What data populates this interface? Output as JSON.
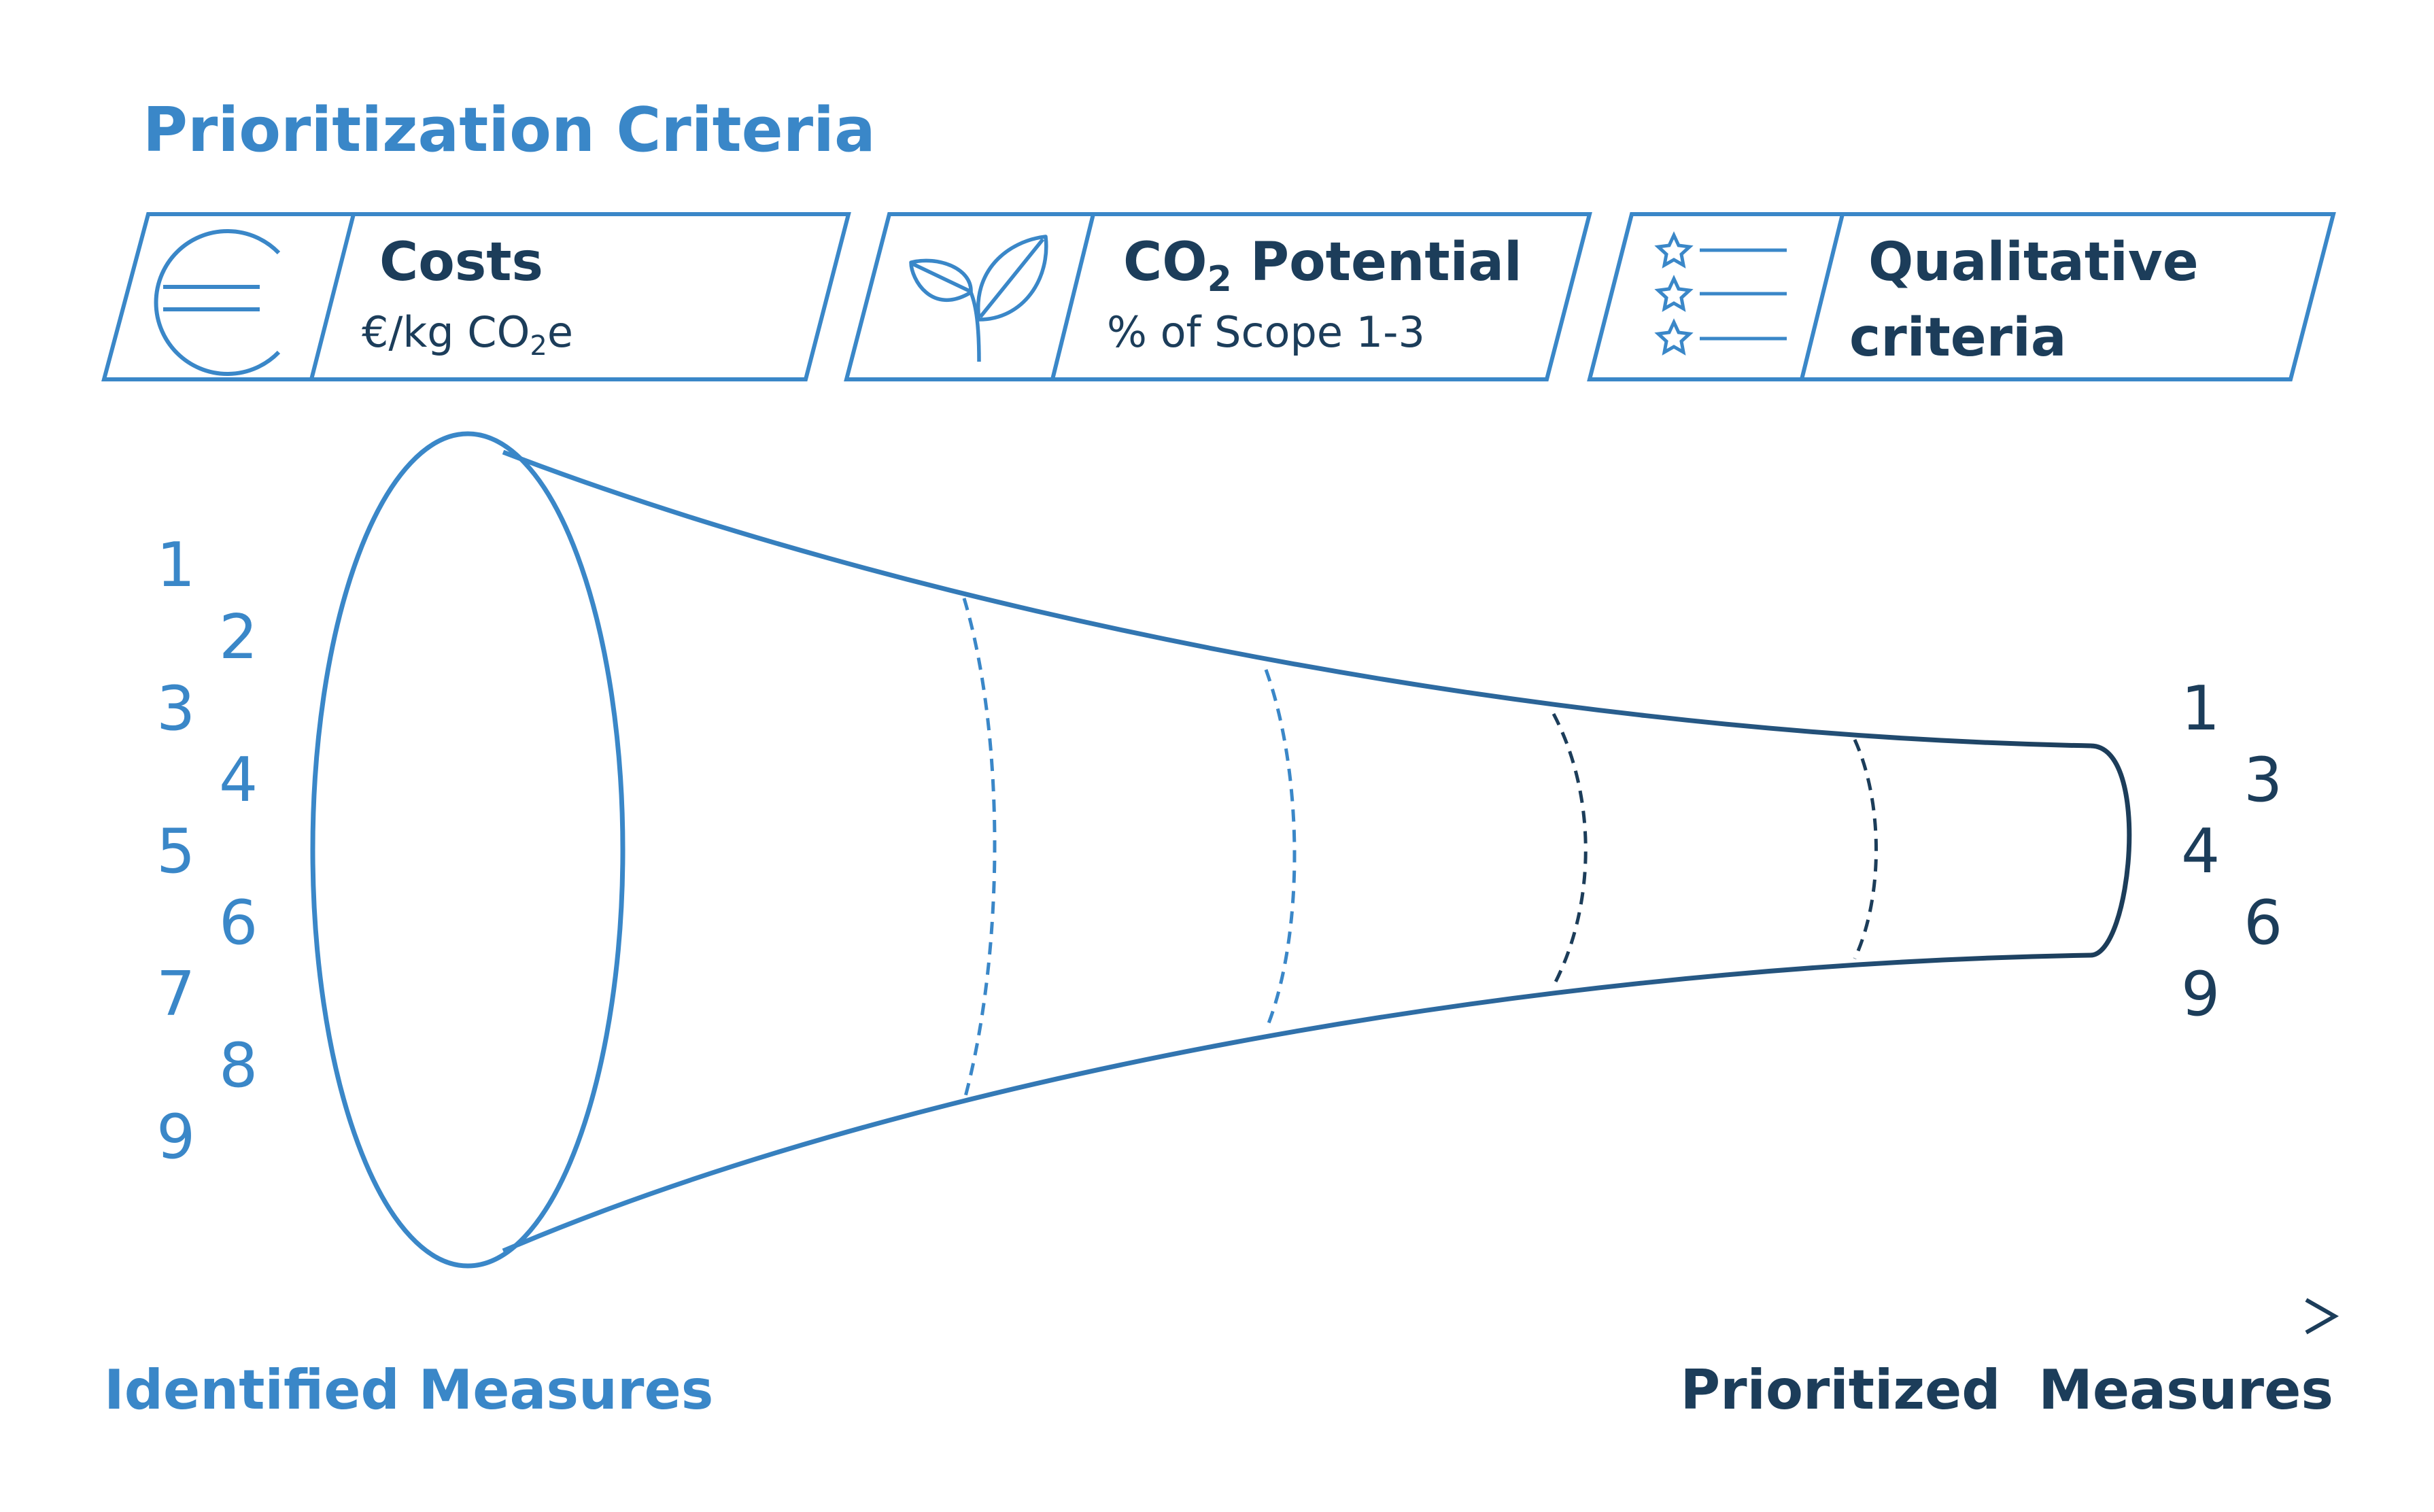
{
  "title": "Prioritization Criteria",
  "criteria": [
    {
      "icon": "euro-icon",
      "title": "Costs",
      "subtitle_main": "€/kg CO",
      "subtitle_sub": "2",
      "subtitle_tail": "e"
    },
    {
      "icon": "leaf-sprout-icon",
      "title_main": "CO",
      "title_sub": "2",
      "title_tail": " Potential",
      "subtitle": "% of Scope 1-3"
    },
    {
      "icon": "star-list-icon",
      "title_line1": "Qualitative",
      "title_line2": "criteria"
    }
  ],
  "identified_measures": [
    "1",
    "2",
    "3",
    "4",
    "5",
    "6",
    "7",
    "8",
    "9"
  ],
  "prioritized_measures": [
    "1",
    "3",
    "4",
    "6",
    "9"
  ],
  "axis": {
    "start_label": "Identified Measures",
    "end_label": "Prioritized  Measures"
  },
  "colors": {
    "light_blue": "#3a87c8",
    "dark_navy": "#1c3d5a",
    "mid_blue": "#2a6496"
  }
}
